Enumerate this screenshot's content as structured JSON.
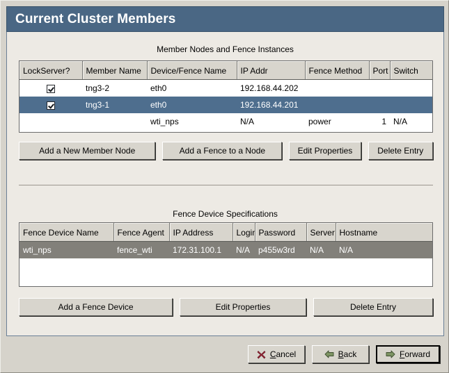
{
  "window": {
    "title": "Current Cluster Members",
    "title_bar_color": "#4a6784",
    "panel_color": "#edeae4",
    "selection_blue": "#4e6e8e",
    "selection_gray": "#82807a"
  },
  "members_section": {
    "heading": "Member Nodes and Fence Instances",
    "columns": [
      "LockServer?",
      "Member Name",
      "Device/Fence Name",
      "IP Addr",
      "Fence Method",
      "Port",
      "Switch"
    ],
    "rows": [
      {
        "lock_server": "checked",
        "member_name": "tng3-2",
        "device_fence_name": "eth0",
        "ip_addr": "192.168.44.202",
        "fence_method": "",
        "port": "",
        "switch": "",
        "state": "normal"
      },
      {
        "lock_server": "checked",
        "member_name": "tng3-1",
        "device_fence_name": "eth0",
        "ip_addr": "192.168.44.201",
        "fence_method": "",
        "port": "",
        "switch": "",
        "state": "selected"
      },
      {
        "lock_server": "",
        "member_name": "",
        "device_fence_name": "wti_nps",
        "ip_addr": "N/A",
        "fence_method": "power",
        "port": "1",
        "switch": "N/A",
        "state": "normal"
      }
    ],
    "buttons": [
      {
        "label": "Add a New Member Node"
      },
      {
        "label": "Add a Fence to a Node"
      },
      {
        "label": "Edit Properties"
      },
      {
        "label": "Delete Entry"
      }
    ]
  },
  "fence_section": {
    "heading": "Fence Device Specifications",
    "columns": [
      "Fence Device Name",
      "Fence Agent",
      "IP Address",
      "Login",
      "Password",
      "Server",
      "Hostname"
    ],
    "rows": [
      {
        "fence_device_name": "wti_nps",
        "fence_agent": "fence_wti",
        "ip_address": "172.31.100.1",
        "login": "N/A",
        "password": "p455w3rd",
        "server": "N/A",
        "hostname": "N/A",
        "state": "selected"
      }
    ],
    "buttons": [
      {
        "label": "Add a Fence Device"
      },
      {
        "label": "Edit Properties"
      },
      {
        "label": "Delete Entry"
      }
    ]
  },
  "nav": {
    "cancel": {
      "label_pre": "",
      "label_accel": "C",
      "label_post": "ancel",
      "icon": "red-x-icon",
      "icon_color": "#9e2436"
    },
    "back": {
      "label_pre": "",
      "label_accel": "B",
      "label_post": "ack",
      "icon": "arrow-left-icon",
      "icon_color": "#7d9463"
    },
    "forward": {
      "label_pre": "",
      "label_accel": "F",
      "label_post": "orward",
      "icon": "arrow-right-icon",
      "icon_color": "#7d9463",
      "focused": true
    }
  }
}
